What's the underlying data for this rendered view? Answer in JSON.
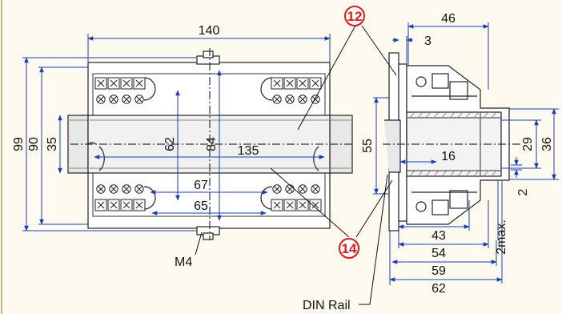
{
  "colors": {
    "background": "#fffaf0",
    "dimension_line": "#1a3fb5",
    "outline": "#222222",
    "callout": "#e01818"
  },
  "callouts": [
    "12",
    "14"
  ],
  "labels": {
    "screw_thread": "M4",
    "rail": "DIN Rail"
  },
  "front_view": {
    "dimensions": {
      "overall_width": "140",
      "overall_height": "99",
      "height_90": "90",
      "rail_width": "35",
      "hole_spacing_vertical": "62",
      "height_84": "84",
      "hole_spacing_horizontal": "135",
      "width_67": "67",
      "width_65": "65"
    }
  },
  "side_view": {
    "dimensions": {
      "width_46": "46",
      "offset_3": "3",
      "height_55": "55",
      "width_16": "16",
      "height_29": "29",
      "height_36": "36",
      "gap_2": "2",
      "two_max": "2max.",
      "depth_43": "43",
      "depth_54": "54",
      "depth_59": "59",
      "depth_62": "62"
    }
  }
}
